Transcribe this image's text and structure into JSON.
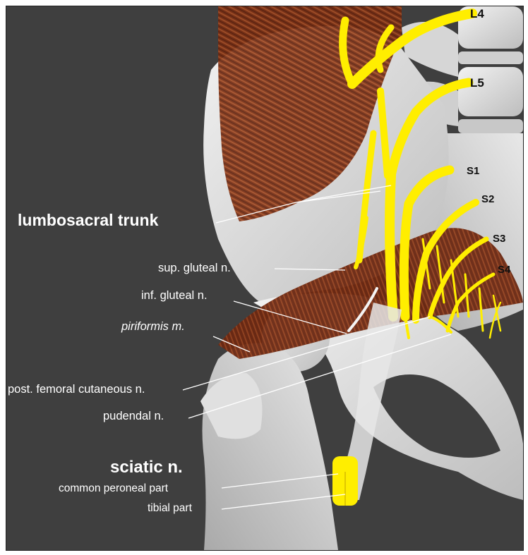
{
  "title": "",
  "colors": {
    "background": "#3f3f3f",
    "bone": "#d9d9d9",
    "nerve": "#ffee00",
    "muscle": "#7a2e12",
    "label_text": "#ffffff",
    "leader_line": "#ffffff"
  },
  "levels": {
    "l4": "L4",
    "l5": "L5",
    "s1": "S1",
    "s2": "S2",
    "s3": "S3",
    "s4": "S4"
  },
  "labels": {
    "lumbosacral_trunk": "lumbosacral trunk",
    "sup_gluteal": "sup. gluteal n.",
    "inf_gluteal": "inf. gluteal n.",
    "piriformis": "piriformis m.",
    "post_femoral_cutaneous": "post. femoral cutaneous n.",
    "pudendal": "pudendal n.",
    "sciatic": "sciatic n.",
    "common_peroneal": "common peroneal part",
    "tibial": "tibial part"
  }
}
